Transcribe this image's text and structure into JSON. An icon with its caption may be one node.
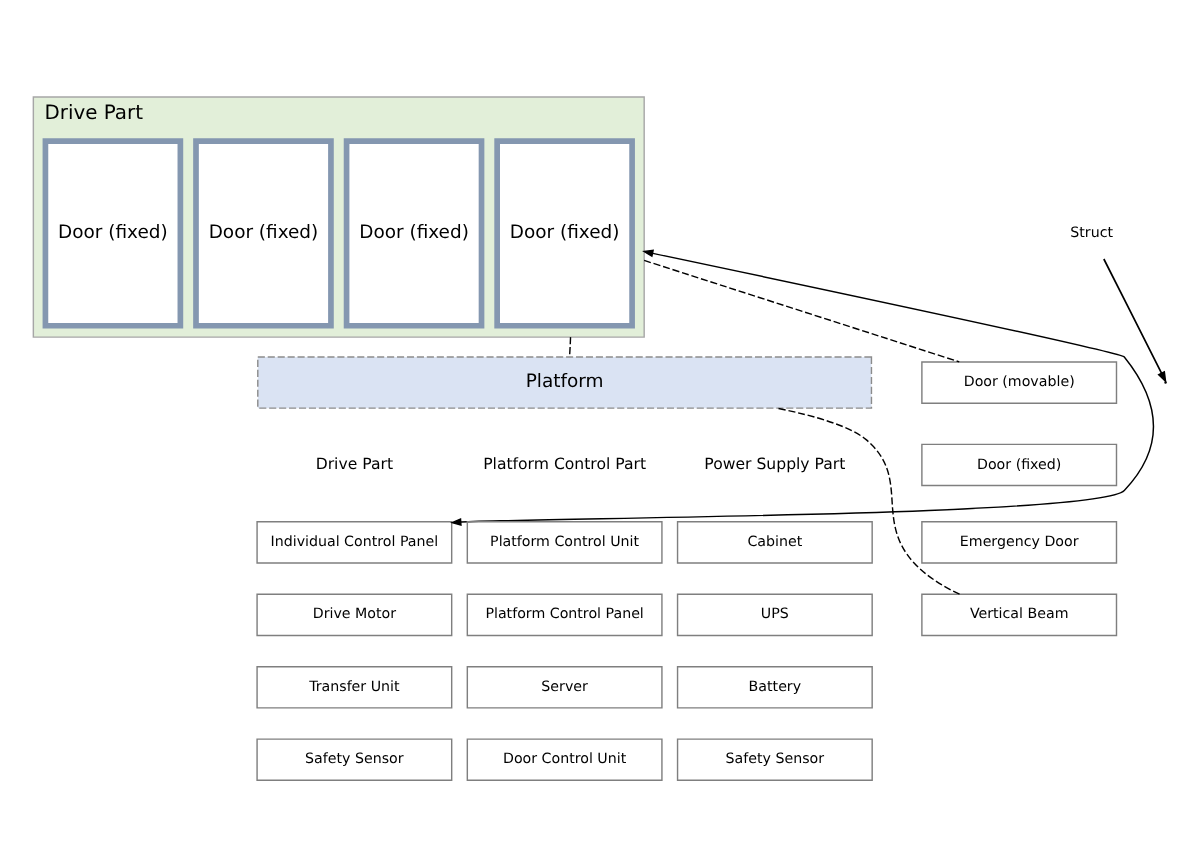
{
  "diagram": {
    "nodes": [
      {
        "text": [
          "Drive Part"
        ]
      },
      {
        "text": [
          "Door (fixed)"
        ],
        "in": 0
      },
      {
        "text": [
          "Door (fixed)"
        ],
        "in": 0
      },
      {
        "text": [
          "Door (fixed)"
        ],
        "in": 0
      },
      {
        "text": [
          "Door (fixed)"
        ],
        "in": 0
      },
      {
        "text": [
          "Platform"
        ]
      },
      {
        "text": [
          "Struct"
        ]
      },
      {
        "text": [
          "Door (movable)"
        ]
      },
      {
        "text": [
          "Door (fixed)"
        ]
      },
      {
        "text": [
          "Emergency Door"
        ]
      },
      {
        "text": [
          "Vertical Beam"
        ]
      },
      {
        "text": [
          "Individual Control Panel"
        ]
      },
      {
        "text": [
          "Drive Motor"
        ]
      },
      {
        "text": [
          "Transfer Unit"
        ]
      },
      {
        "text": [
          "Safety Sensor"
        ]
      },
      {
        "text": [
          "Platform Control Unit"
        ]
      },
      {
        "text": [
          "Platform Control Panel"
        ]
      },
      {
        "text": [
          "Server"
        ]
      },
      {
        "text": [
          "Door Control Unit"
        ]
      },
      {
        "text": [
          "Cabinet"
        ]
      },
      {
        "text": [
          "UPS"
        ]
      },
      {
        "text": [
          "Battery"
        ]
      },
      {
        "text": [
          "Safety Sensor"
        ]
      }
    ],
    "edges": [
      {
        "from": 0,
        "to": 11,
        "arrow": "both"
      },
      {
        "from": 0,
        "to": 5,
        "arrow": "none",
        "style": "dashed"
      },
      {
        "from": 0,
        "to": 7,
        "arrow": "none",
        "style": "dashed"
      },
      {
        "from": 10,
        "to": 5,
        "arrow": "none",
        "style": "dashed"
      },
      {
        "from": 6,
        "to": null,
        "arrow": "to"
      }
    ],
    "labels": [
      "Drive Part",
      "Platform Control Part",
      "Power Supply Part"
    ]
  }
}
